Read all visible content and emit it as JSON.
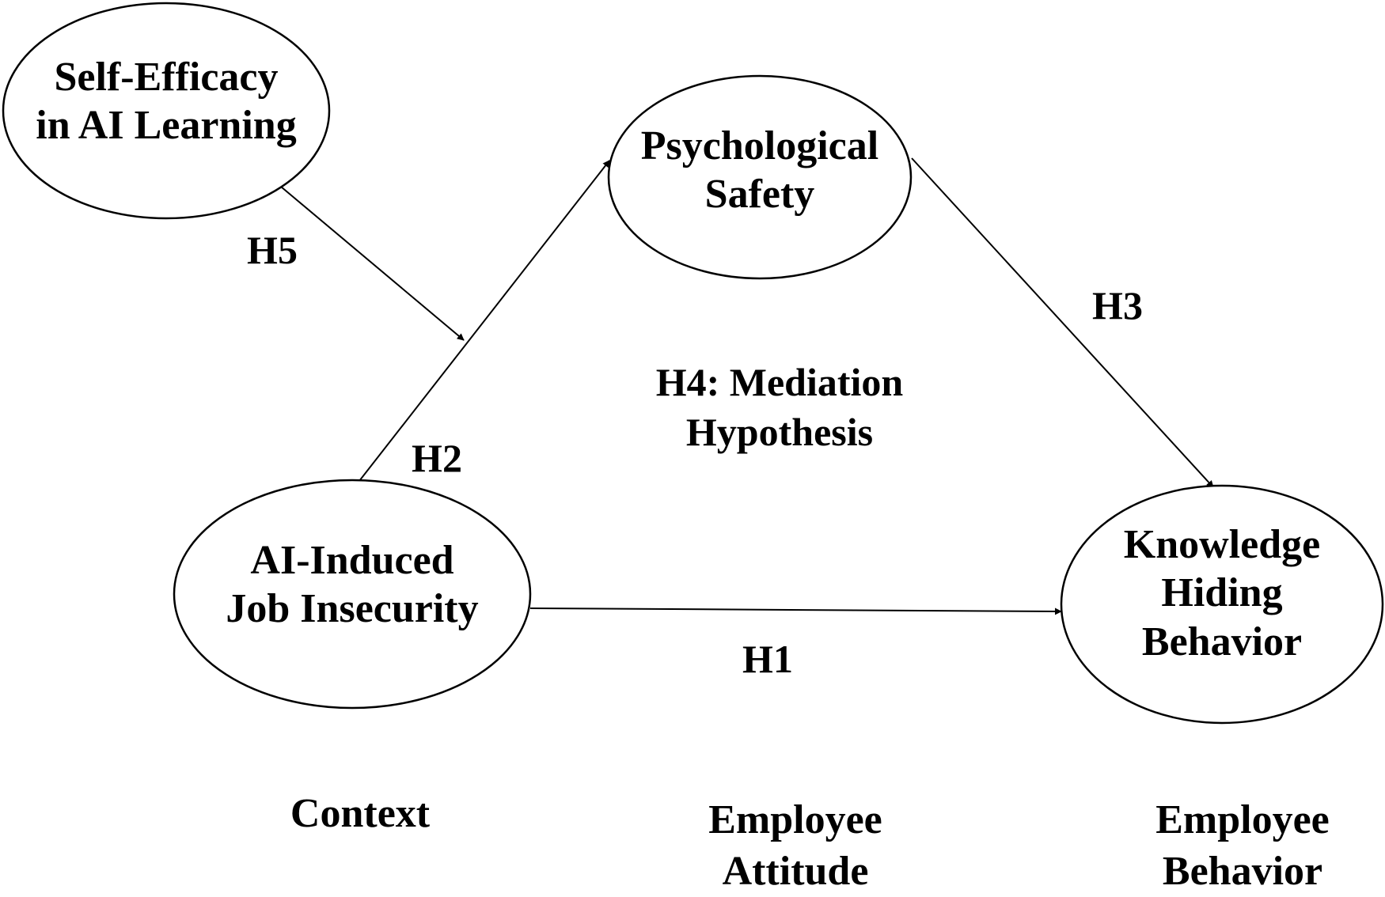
{
  "nodes": {
    "self_efficacy": {
      "lines": [
        "Self-Efficacy",
        "in AI Learning"
      ]
    },
    "psychological_safety": {
      "lines": [
        "Psychological",
        "Safety"
      ]
    },
    "job_insecurity": {
      "lines": [
        "AI-Induced",
        "Job Insecurity"
      ]
    },
    "knowledge_hiding": {
      "lines": [
        "Knowledge",
        "Hiding",
        "Behavior"
      ]
    }
  },
  "hypotheses": {
    "h1": "H1",
    "h2": "H2",
    "h3": "H3",
    "h4": [
      "H4: Mediation",
      "Hypothesis"
    ],
    "h5": "H5"
  },
  "tiers": {
    "context": [
      "Context"
    ],
    "attitude": [
      "Employee",
      "Attitude"
    ],
    "behavior": [
      "Employee",
      "Behavior"
    ]
  },
  "edges": [
    {
      "from": "job_insecurity",
      "to": "psychological_safety",
      "label": "H2"
    },
    {
      "from": "psychological_safety",
      "to": "knowledge_hiding",
      "label": "H3"
    },
    {
      "from": "job_insecurity",
      "to": "knowledge_hiding",
      "label": "H1"
    },
    {
      "from": "self_efficacy",
      "to": "edge-h2",
      "label": "H5"
    }
  ]
}
